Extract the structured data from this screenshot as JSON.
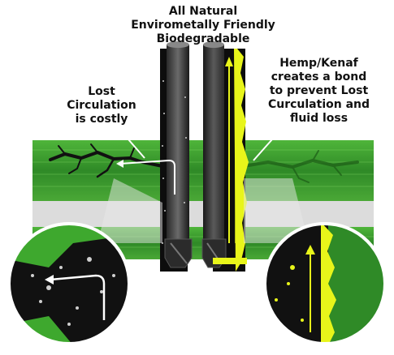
{
  "labels": {
    "top": [
      "All Natural",
      "Envirometally Friendly",
      "Biodegradable"
    ],
    "left": [
      "Lost",
      "Circulation",
      "is costly"
    ],
    "right": [
      "Hemp/Kenaf",
      "creates a bond",
      "to prevent Lost",
      "Curculation and",
      "fluid loss"
    ]
  },
  "colors": {
    "formation_green": "#3a9a2e",
    "formation_green_light": "#5fbf3c",
    "rock_gray": "#d9d9d9",
    "pipe_dark": "#1a1a1a",
    "hemp_yellow": "#e8f51a",
    "crack": "#111111"
  },
  "icons": [
    "flow-arrow-icon",
    "crack-icon",
    "drill-bit-icon",
    "magnifier-circle-icon"
  ]
}
